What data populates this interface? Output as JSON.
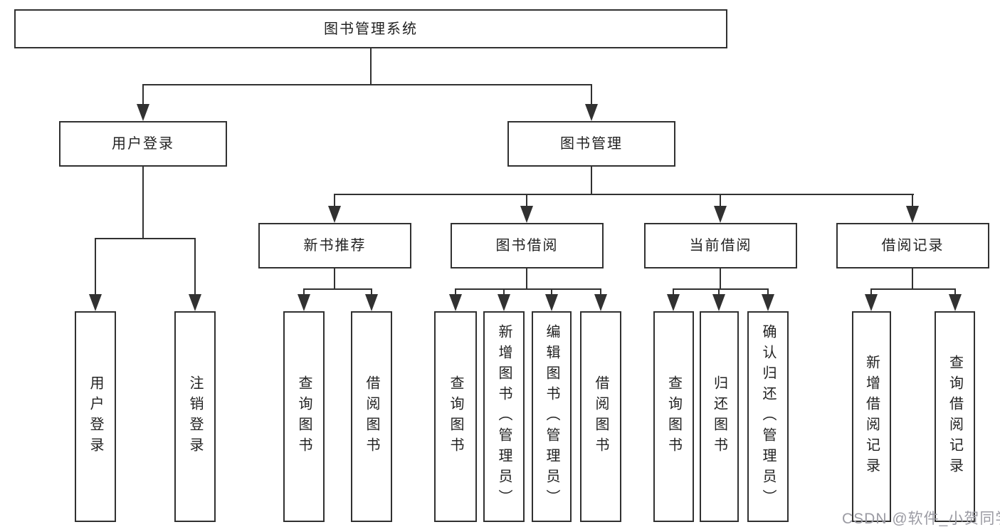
{
  "colors": {
    "line": "#313131",
    "text": "#222222",
    "background": "#ffffff",
    "watermark": "#9b9ba3"
  },
  "watermark": "CSDN @软件_小贺同学",
  "nodes": {
    "root": "图书管理系统",
    "login": {
      "label": "用户登录",
      "children": {
        "user_login": "用户登录",
        "logout": "注销登录"
      }
    },
    "mgmt": {
      "label": "图书管理"
    },
    "rec": {
      "label": "新书推荐",
      "children": {
        "query_book": "查询图书",
        "borrow_book": "借阅图书"
      }
    },
    "borrow": {
      "label": "图书借阅",
      "children": {
        "query_book": "查询图书",
        "add_book": "新增图书（管理员）",
        "edit_book": "编辑图书（管理员）",
        "borrow_book": "借阅图书"
      }
    },
    "current": {
      "label": "当前借阅",
      "children": {
        "query_book": "查询图书",
        "return_book": "归还图书",
        "confirm_return": "确认归还（管理员）"
      }
    },
    "record": {
      "label": "借阅记录",
      "children": {
        "add_record": "新增借阅记录",
        "query_record": "查询借阅记录"
      }
    }
  }
}
